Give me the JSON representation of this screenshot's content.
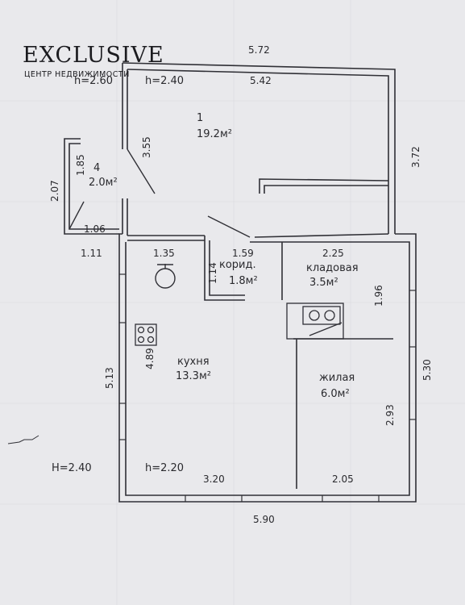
{
  "watermark": {
    "title": "EXCLUSIVE",
    "subtitle": "ЦЕНТР НЕДВИЖИМОСТИ"
  },
  "heights": {
    "h_top_left": "h=2.60",
    "h_top_mid": "h=2.40",
    "h_bottom_left": "H=2.40",
    "h_kitchen": "h=2.20"
  },
  "rooms": {
    "room1": {
      "number": "1",
      "area": "19.2м²"
    },
    "room4": {
      "number": "4",
      "area": "2.0м²"
    },
    "corridor": {
      "name": "корид.",
      "area": "1.8м²"
    },
    "storage": {
      "name": "кладовая",
      "area": "3.5м²"
    },
    "kitchen": {
      "name": "кухня",
      "area": "13.3м²"
    },
    "living": {
      "name": "жилая",
      "area": "6.0м²"
    }
  },
  "dimensions": {
    "top_outer": "5.72",
    "top_inner": "5.42",
    "right_upper": "3.72",
    "room1_left": "3.55",
    "room4_outer": "2.07",
    "room4_inner": "1.85",
    "room4_bottom": "1.06",
    "left_stub": "1.11",
    "kitchen_top": "1.35",
    "corridor_height": "1.14",
    "corridor_top": "1.59",
    "storage_top": "2.25",
    "storage_right": "1.96",
    "kitchen_left_outer": "5.13",
    "kitchen_left_inner": "4.89",
    "right_lower": "5.30",
    "living_right": "2.93",
    "kitchen_bottom": "3.20",
    "living_bottom": "2.05",
    "bottom_total": "5.90"
  },
  "colors": {
    "wall": "#303036",
    "background": "#e9e9ec"
  }
}
